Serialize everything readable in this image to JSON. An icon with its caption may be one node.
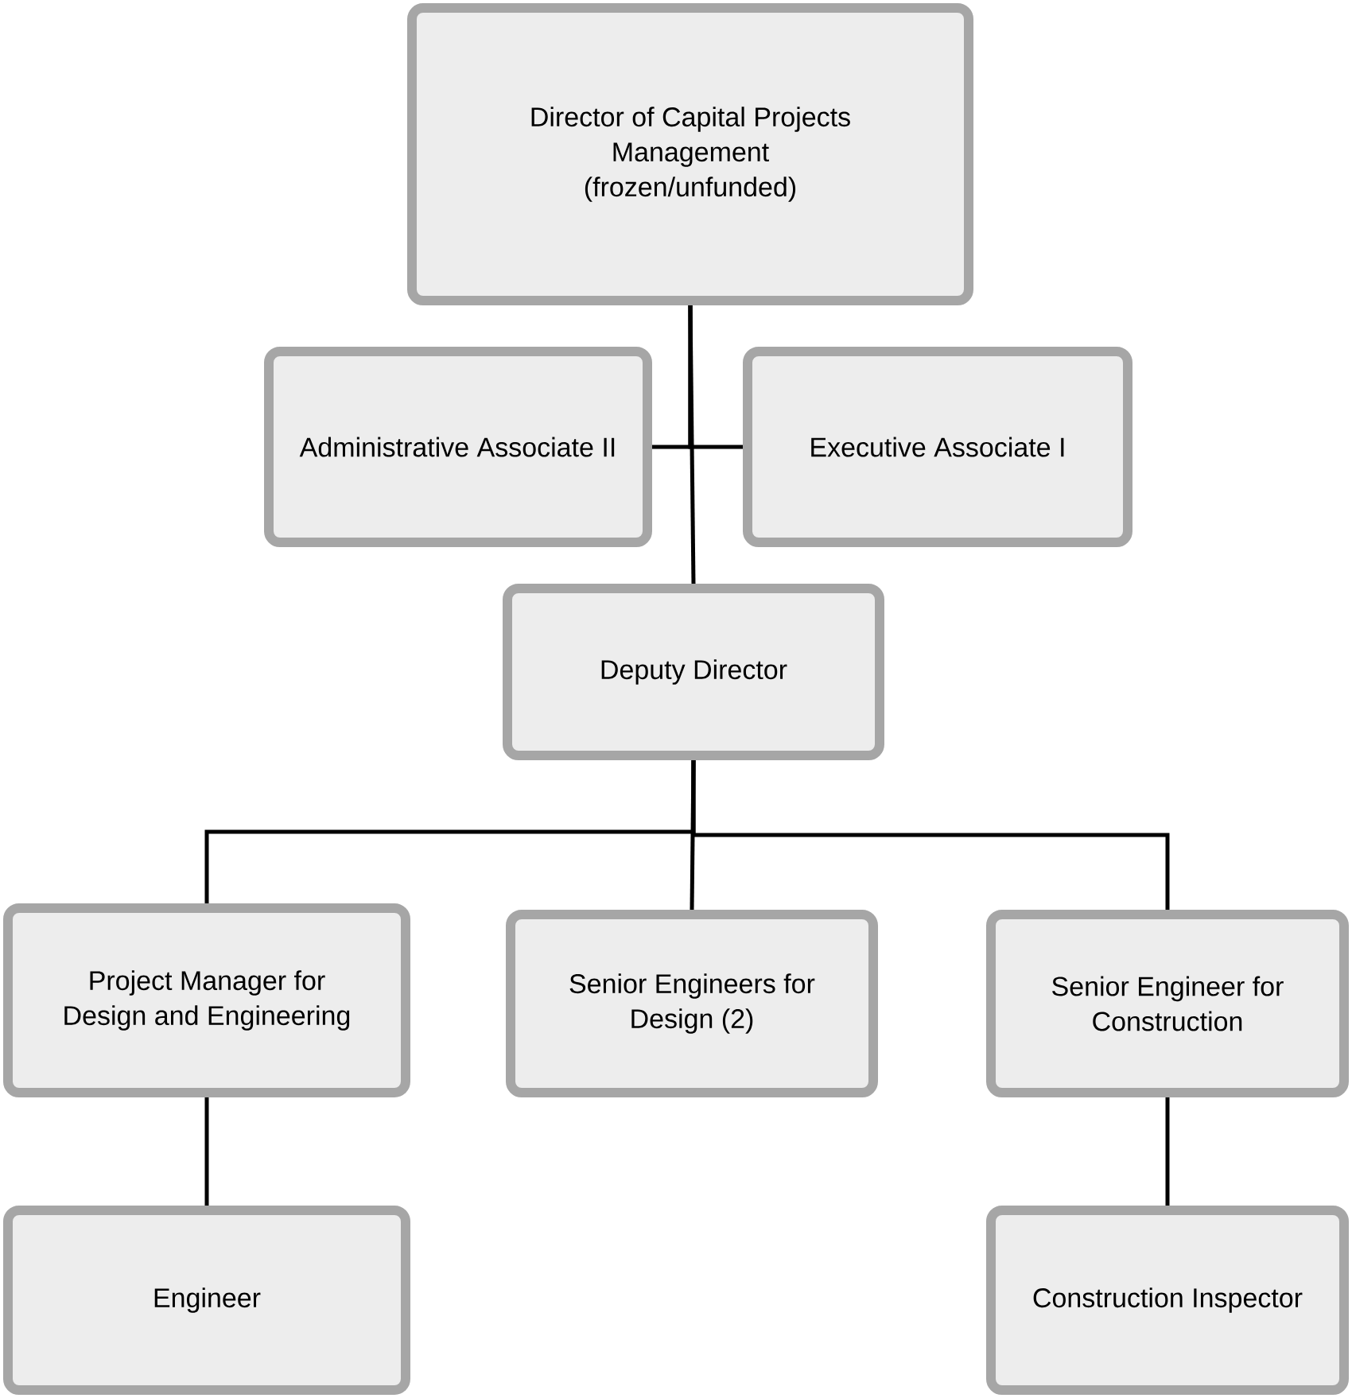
{
  "diagram": {
    "nodes": [
      {
        "text": [
          "Director of Capital Projects Management",
          "(frozen/unfunded)"
        ]
      },
      {
        "text": [
          "Administrative Associate II"
        ]
      },
      {
        "text": [
          "Executive Associate I"
        ]
      },
      {
        "text": [
          "Deputy Director"
        ]
      },
      {
        "text": [
          "Project Manager for Design and Engineering"
        ]
      },
      {
        "text": [
          "Senior Engineers for Design (2)"
        ]
      },
      {
        "text": [
          "Senior Engineer for Construction"
        ]
      },
      {
        "text": [
          "Engineer"
        ]
      },
      {
        "text": [
          "Construction Inspector"
        ]
      }
    ],
    "edges": [
      {
        "from": 0,
        "to": 1,
        "arrow": "none"
      },
      {
        "from": 0,
        "to": 2,
        "arrow": "none"
      },
      {
        "from": 0,
        "to": 3,
        "arrow": "none"
      },
      {
        "from": 3,
        "to": 4,
        "arrow": "none"
      },
      {
        "from": 3,
        "to": 5,
        "arrow": "none"
      },
      {
        "from": 3,
        "to": 6,
        "arrow": "none"
      },
      {
        "from": 4,
        "to": 7,
        "arrow": "none"
      },
      {
        "from": 6,
        "to": 8,
        "arrow": "none"
      }
    ]
  }
}
